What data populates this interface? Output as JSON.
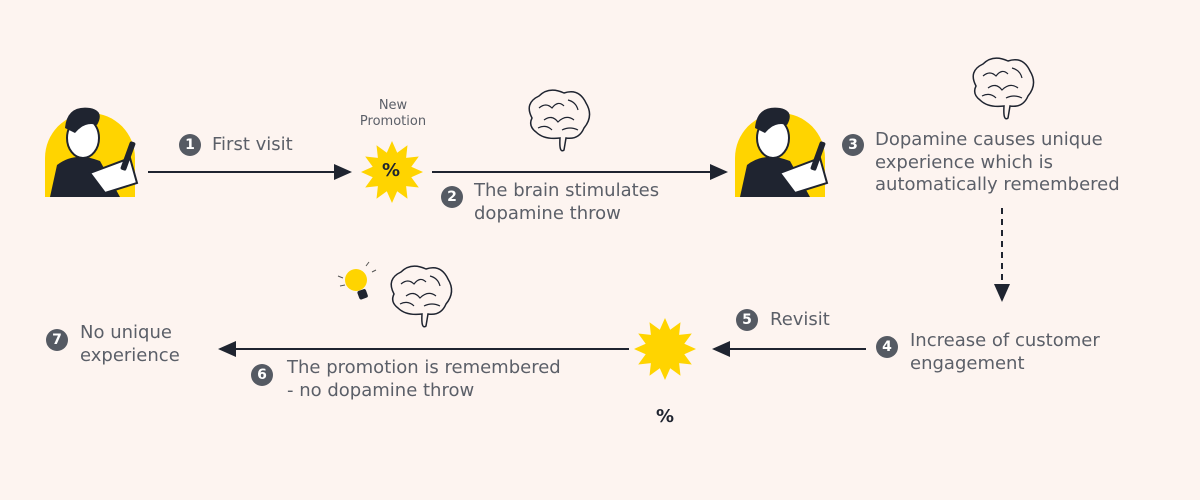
{
  "steps": [
    {
      "num": "1",
      "lines": [
        "First visit"
      ]
    },
    {
      "num": "2",
      "lines": [
        "The brain stimulates",
        "dopamine throw"
      ]
    },
    {
      "num": "3",
      "lines": [
        "Dopamine causes unique",
        "experience which is",
        "automatically remembered"
      ]
    },
    {
      "num": "4",
      "lines": [
        "Increase of customer",
        "engagement"
      ]
    },
    {
      "num": "5",
      "lines": [
        "Revisit"
      ]
    },
    {
      "num": "6",
      "lines": [
        "The promotion is remembered",
        "- no dopamine throw"
      ]
    },
    {
      "num": "7",
      "lines": [
        "No unique",
        "experience"
      ]
    }
  ],
  "promotion_label": [
    "New",
    "Promotion"
  ],
  "percent": "%",
  "colors": {
    "yellow": "#ffd400",
    "dark": "#1f2430",
    "text": "#5b5f68",
    "badge": "#555a63",
    "bg": "#fdf4f0"
  }
}
